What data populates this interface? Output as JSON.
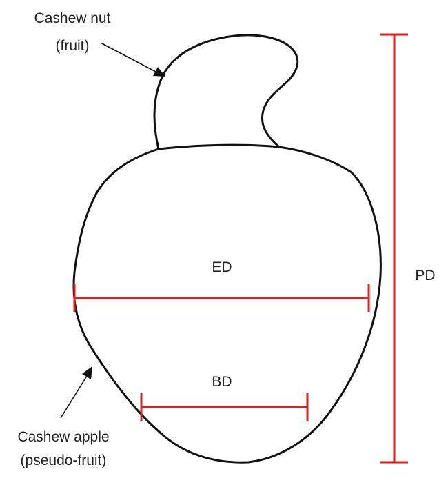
{
  "labels": {
    "nut_line1": "Cashew nut",
    "nut_line2": "(fruit)",
    "apple_line1": "Cashew apple",
    "apple_line2": "(pseudo-fruit)",
    "ed": "ED",
    "bd": "BD",
    "pd": "PD"
  },
  "colors": {
    "measure": "#e02020",
    "outline": "#111111",
    "text": "#222222"
  }
}
